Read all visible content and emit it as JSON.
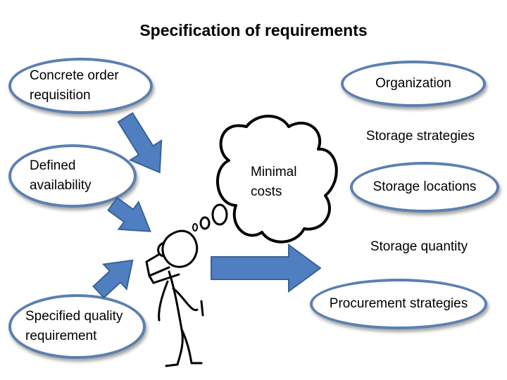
{
  "title": "Specification of requirements",
  "colors": {
    "arrow_fill": "#4f7fc0",
    "arrow_stroke": "#3a6295",
    "bubble_border": "#5b80b0"
  },
  "inputs": {
    "concrete_order": "Concrete order\nrequisition",
    "defined_availability": "Defined\navailability",
    "specified_quality": "Specified quality\nrequirement"
  },
  "thought": {
    "label": "Minimal\ncosts"
  },
  "outputs": {
    "organization": "Organization",
    "storage_strategies": "Storage strategies",
    "storage_locations": "Storage locations",
    "storage_quantity": "Storage quantity",
    "procurement_strategies": "Procurement strategies"
  }
}
